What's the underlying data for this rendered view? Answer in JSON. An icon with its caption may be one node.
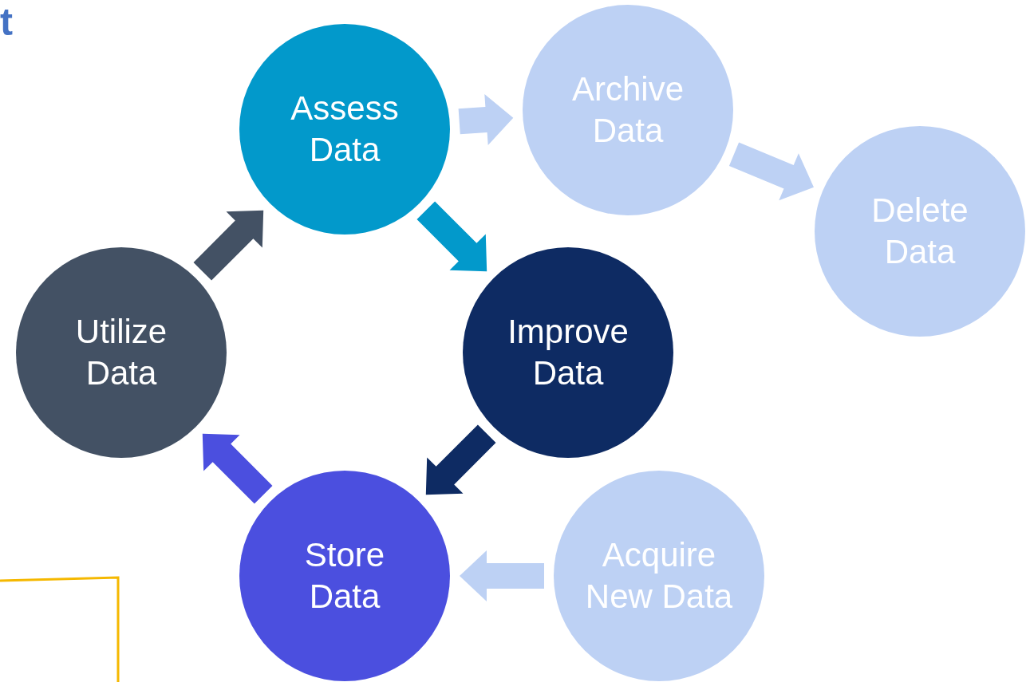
{
  "diagram": {
    "nodes": [
      {
        "text": [
          "Assess Data"
        ]
      },
      {
        "text": [
          "Archive Data"
        ]
      },
      {
        "text": [
          "Delete Data"
        ]
      },
      {
        "text": [
          "Utilize Data"
        ]
      },
      {
        "text": [
          "Improve Data"
        ]
      },
      {
        "text": [
          "Store Data"
        ]
      },
      {
        "text": [
          "Acquire New Data"
        ]
      }
    ],
    "edges": [
      {
        "from": 0,
        "to": 1,
        "arrow": "to",
        "style": "thick",
        "color": "#bdd1f4"
      },
      {
        "from": 1,
        "to": 2,
        "arrow": "to",
        "style": "thick",
        "color": "#bdd1f4"
      },
      {
        "from": 0,
        "to": 4,
        "arrow": "to",
        "style": "thick",
        "color": "#0299cb"
      },
      {
        "from": 4,
        "to": 5,
        "arrow": "to",
        "style": "thick",
        "color": "#0e2b63"
      },
      {
        "from": 6,
        "to": 5,
        "arrow": "to",
        "style": "thick",
        "color": "#bdd1f4"
      },
      {
        "from": 5,
        "to": 3,
        "arrow": "to",
        "style": "thick",
        "color": "#4b4fdf"
      },
      {
        "from": 3,
        "to": 0,
        "arrow": "to",
        "style": "thick",
        "color": "#435164"
      }
    ],
    "labels": [
      "t"
    ]
  }
}
